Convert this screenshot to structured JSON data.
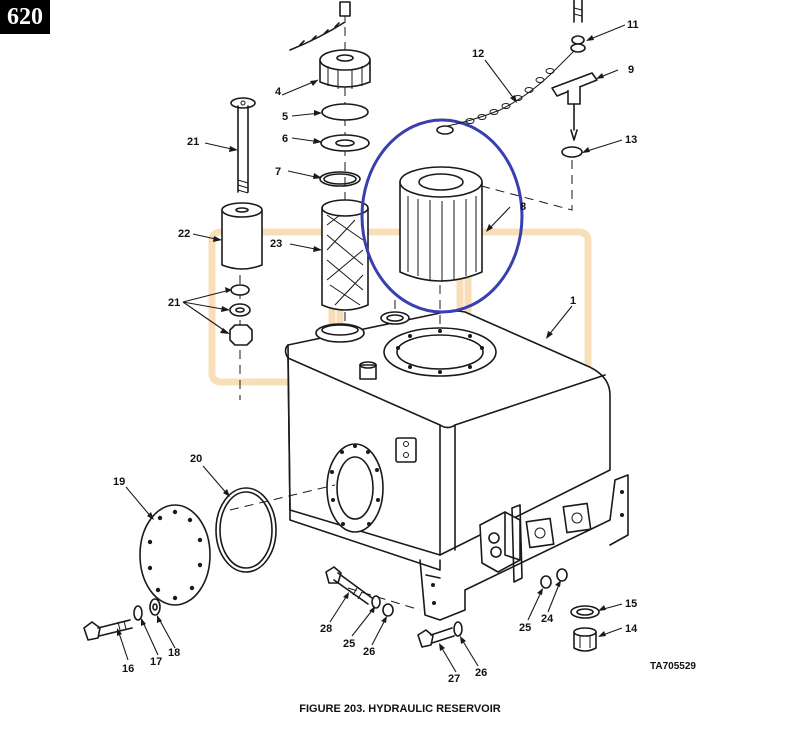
{
  "page_number": "620",
  "figure_caption": "FIGURE 203. HYDRAULIC RESERVOIR",
  "drawing_code": "TA705529",
  "callouts": [
    "1",
    "4",
    "5",
    "6",
    "7",
    "8",
    "9",
    "11",
    "12",
    "13",
    "14",
    "15",
    "16",
    "17",
    "18",
    "19",
    "20",
    "21",
    "21",
    "22",
    "23",
    "24",
    "25",
    "25",
    "26",
    "26",
    "27",
    "28"
  ],
  "highlight_color": "#3a3fb0",
  "watermark_color": "#f3c98a"
}
